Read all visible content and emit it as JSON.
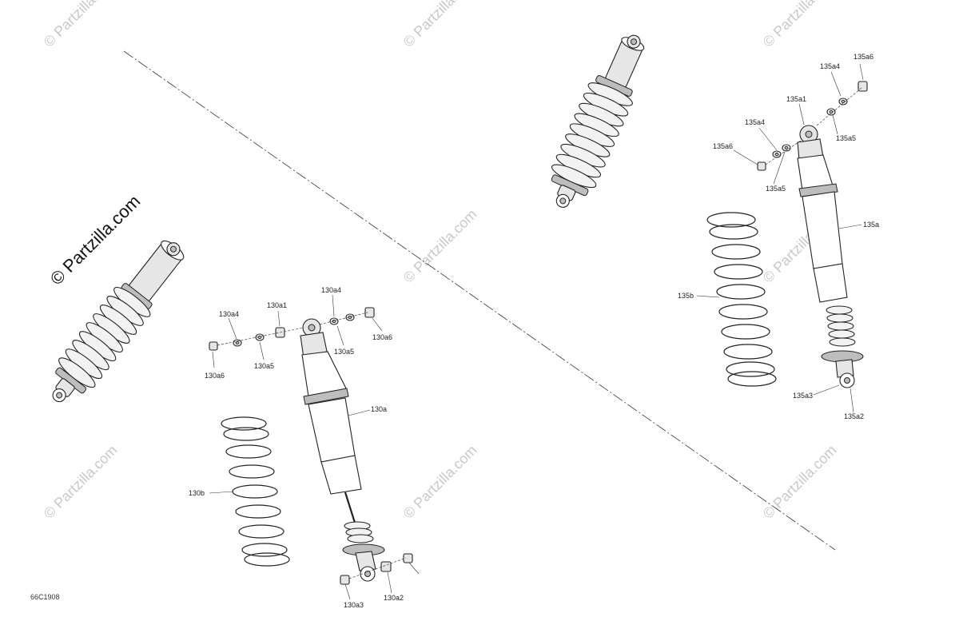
{
  "watermarks": {
    "primary": "© Partzilla.com",
    "tile": "© Partzilla.com"
  },
  "reference_code": "66C1908",
  "labels": {
    "130a": "130a",
    "130a1": "130a1",
    "130a2": "130a2",
    "130a3": "130a3",
    "130a4_left": "130a4",
    "130a4_right": "130a4",
    "130a5_left": "130a5",
    "130a5_right": "130a5",
    "130a6_left": "130a6",
    "130a6_right": "130a6",
    "130b": "130b",
    "135a": "135a",
    "135a1": "135a1",
    "135a2": "135a2",
    "135a3": "135a3",
    "135a4_left": "135a4",
    "135a4_right": "135a4",
    "135a5_left": "135a5",
    "135a5_right": "135a5",
    "135a6_left": "135a6",
    "135a6_right": "135a6",
    "135b": "135b"
  },
  "colors": {
    "line": "#222222",
    "watermark": "#c9c9c9",
    "shade": "#e6e6e6"
  }
}
